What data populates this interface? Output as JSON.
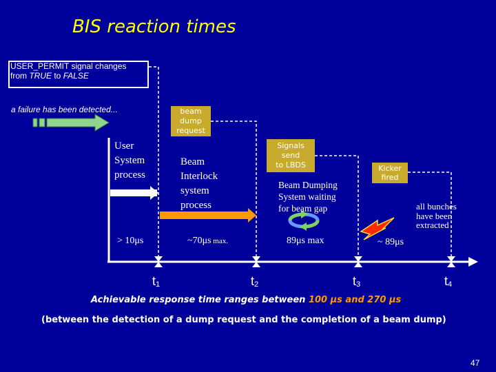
{
  "slide": {
    "title": "BIS reaction times",
    "page_number": "47"
  },
  "event": {
    "permit_line1": "USER_PERMIT signal changes",
    "permit_line2_prefix": "from ",
    "permit_true": "TRUE",
    "permit_to": " to ",
    "permit_false": "FALSE",
    "failure": "a failure has been detected..."
  },
  "boxes": {
    "dump_request": [
      "beam",
      "dump",
      "request"
    ],
    "lbds": [
      "Signals",
      "send",
      "to LBDS"
    ],
    "kicker": [
      "Kicker",
      "fired"
    ]
  },
  "processes": {
    "user_system": [
      "User",
      "System",
      "process"
    ],
    "beam_interlock": [
      "Beam",
      "Interlock",
      "system",
      "process"
    ],
    "beam_dumping": [
      "Beam Dumping",
      "System waiting",
      "for beam gap"
    ],
    "bunches": [
      "all bunches",
      "have been",
      "extracted"
    ]
  },
  "durations": {
    "user": "> 10μs",
    "interlock_value": "~70μs",
    "interlock_suffix": " max.",
    "lbds": "89μs max",
    "kicker": "~ 89μs"
  },
  "timeline": {
    "ticks": [
      {
        "label": "t",
        "sub": "1"
      },
      {
        "label": "t",
        "sub": "2"
      },
      {
        "label": "t",
        "sub": "3"
      },
      {
        "label": "t",
        "sub": "4"
      }
    ]
  },
  "summary": {
    "achievable_prefix": "Achievable response time ranges between ",
    "range_low": "100 μs",
    "range_and": " and ",
    "range_high": "270 μs",
    "between": "(between the detection of a dump request and the completion of a beam dump)"
  },
  "colors": {
    "background": "#00009a",
    "title": "#ffff00",
    "highlight": "#ff9900",
    "box_fill": "#c8aa2c",
    "arrow_green": "#8fd48f",
    "lightning": "#ff2a00"
  }
}
